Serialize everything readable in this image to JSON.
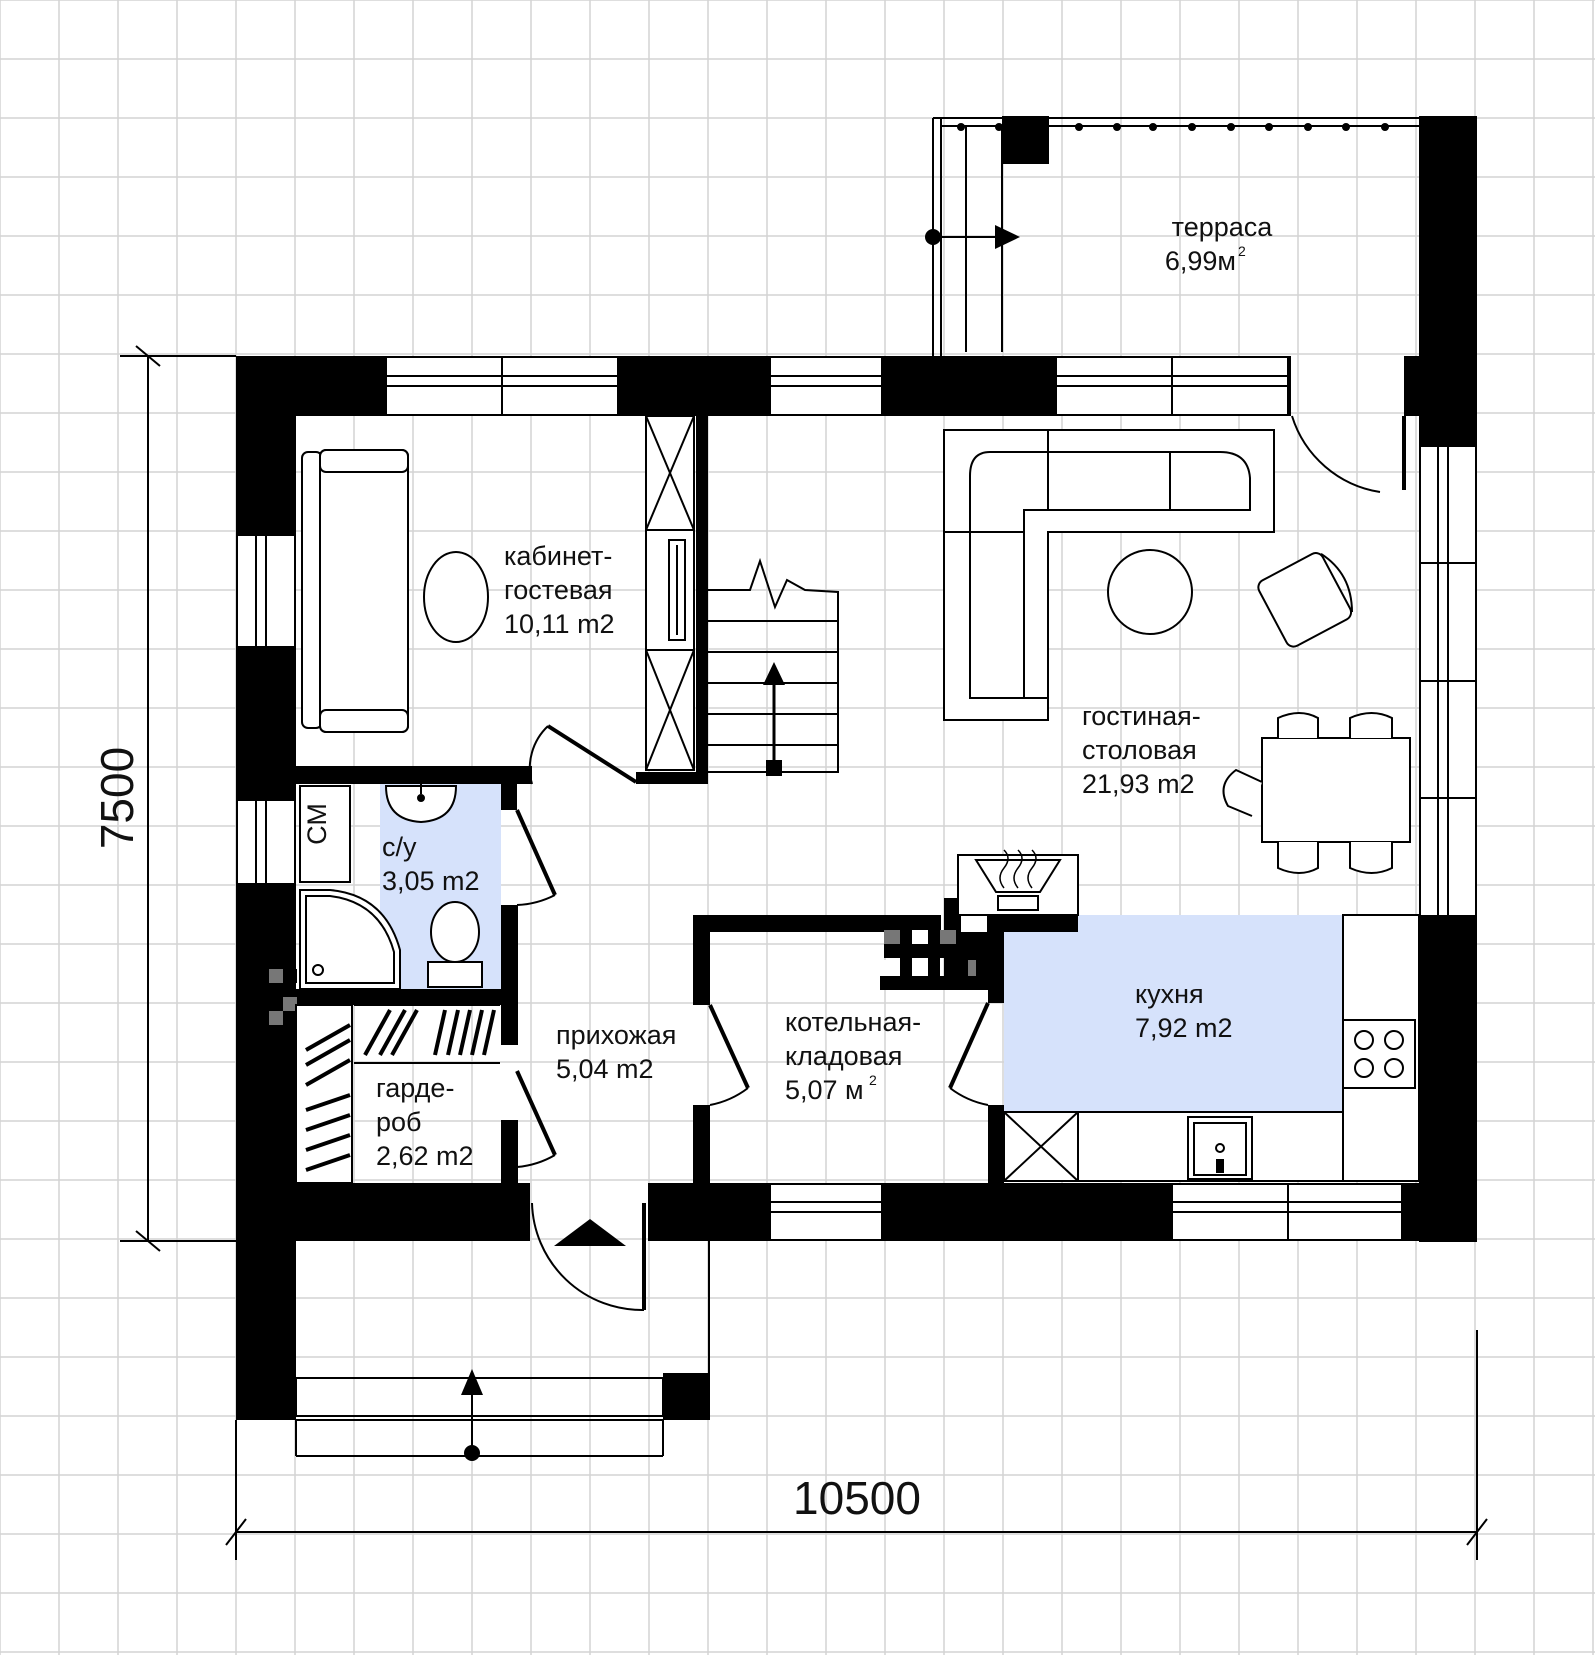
{
  "rooms": {
    "terrace": {
      "name": "терраса",
      "area": "6,99м",
      "unit_sup": "2"
    },
    "study": {
      "line1": "кабинет-",
      "line2": "гостевая",
      "area": "10,11 m2"
    },
    "living": {
      "line1": "гостиная-",
      "line2": "столовая",
      "area": "21,93 m2"
    },
    "bathroom": {
      "name": "с/у",
      "area": "3,05 m2"
    },
    "washer": {
      "label": "СМ"
    },
    "hallway": {
      "name": "прихожая",
      "area": "5,04 m2"
    },
    "boiler": {
      "line1": "котельная-",
      "line2": "кладовая",
      "area": "5,07 м",
      "unit_sup": "2"
    },
    "kitchen": {
      "name": "кухня",
      "area": "7,92 m2"
    },
    "wardrobe": {
      "line1": "гарде-",
      "line2": "роб",
      "area": "2,62 m2"
    }
  },
  "dimensions": {
    "width": "10500",
    "height": "7500"
  },
  "colors": {
    "wall": "#000000",
    "grid": "#d4d4d4",
    "wet_zone": "#d6e2fb"
  }
}
